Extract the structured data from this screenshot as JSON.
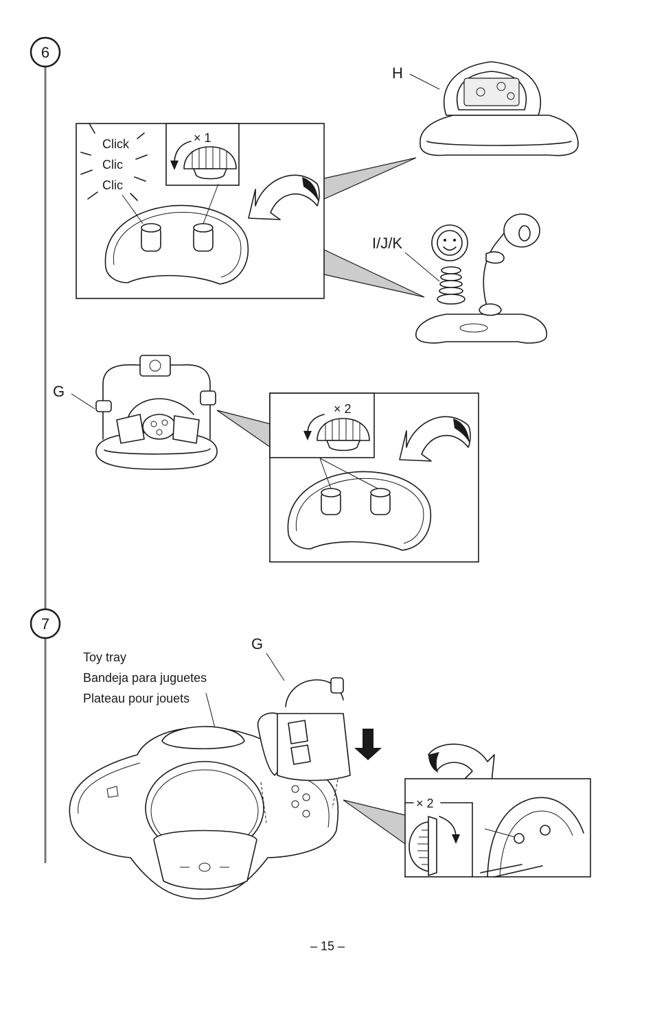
{
  "step6": {
    "number": "6",
    "label_h": "H",
    "label_ijk": "I/J/K",
    "label_g": "G",
    "click_sounds": [
      "Click",
      "Clic",
      "Clic"
    ],
    "turn_count_1": "× 1",
    "turn_count_2": "× 2"
  },
  "step7": {
    "number": "7",
    "label_g": "G",
    "tray_lines": [
      "Toy tray",
      "Bandeja para juguetes",
      "Plateau pour jouets"
    ],
    "turn_count": "× 2"
  },
  "page_number": "– 15 –"
}
